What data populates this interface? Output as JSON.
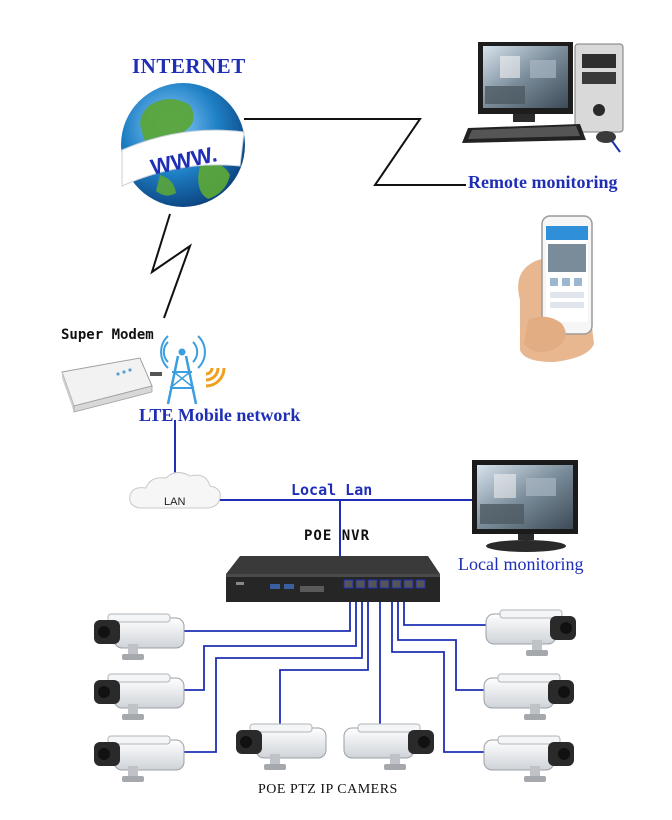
{
  "labels": {
    "internet": "INTERNET",
    "globe_text": "WWW.",
    "remote_monitoring": "Remote monitoring",
    "super_modem": "Super Modem",
    "lte_network": "LTE Mobile network",
    "lan_cloud": "LAN",
    "local_lan": "Local Lan",
    "poe_nvr": "POE NVR",
    "local_monitoring": "Local monitoring",
    "ip_cameras": "POE PTZ IP CAMERS"
  },
  "colors": {
    "label_blue": "#1f2fb5",
    "wire_blue": "#1f2fb5",
    "wire_black": "#111111",
    "globe_blue": "#1e7fc4",
    "globe_green": "#5aa53a",
    "signal_blue": "#3a9ee0",
    "signal_orange": "#f0a020"
  },
  "icons": {
    "globe": "globe-icon",
    "desktop": "desktop-computer-icon",
    "phone": "smartphone-icon",
    "modem": "modem-icon",
    "tower": "cell-tower-icon",
    "cloud": "cloud-icon",
    "monitor": "monitor-icon",
    "nvr": "nvr-icon",
    "camera": "camera-icon"
  }
}
